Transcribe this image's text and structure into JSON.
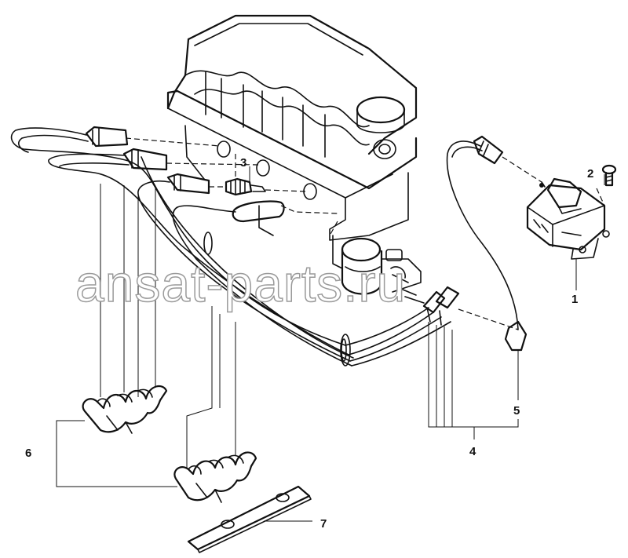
{
  "watermark": "ansat-parts.ru",
  "callouts": {
    "c1": "1",
    "c2": "2",
    "c3": "3",
    "c4": "4",
    "c5": "5",
    "c6": "6",
    "c7": "7"
  }
}
